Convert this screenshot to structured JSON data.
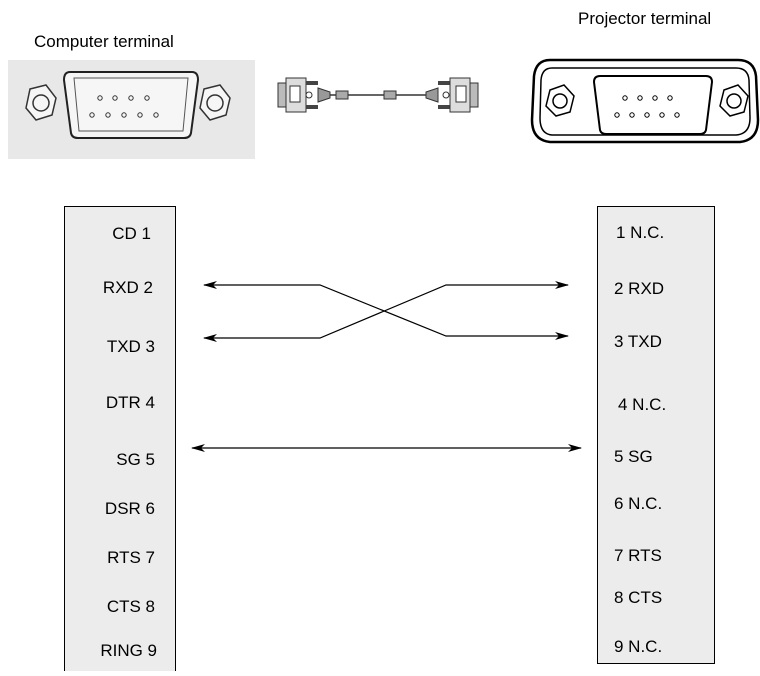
{
  "computer": {
    "label": "Computer  terminal",
    "pins": [
      "CD 1",
      "RXD 2",
      "TXD 3",
      "DTR 4",
      "SG 5",
      "DSR 6",
      "RTS 7",
      "CTS 8",
      "RING 9"
    ]
  },
  "projector": {
    "label": "Projector  terminal",
    "pins": [
      "1  N.C.",
      "2 RXD",
      "3 TXD",
      "4  N.C.",
      "5  SG",
      "6 N.C.",
      "7  RTS",
      "8  CTS",
      "9  N.C."
    ]
  },
  "connections": [
    {
      "from": "RXD 2",
      "to": "3 TXD"
    },
    {
      "from": "TXD 3",
      "to": "2 RXD"
    },
    {
      "from": "SG 5",
      "to": "5  SG"
    }
  ]
}
